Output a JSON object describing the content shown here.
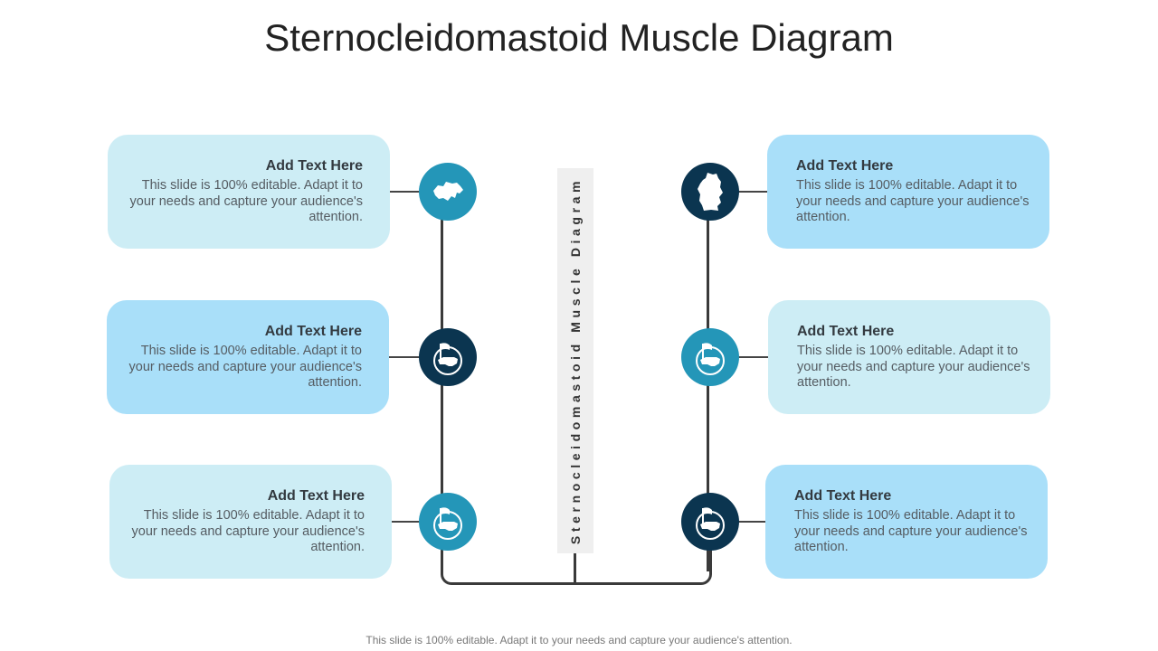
{
  "title": "Sternocleidomastoid Muscle Diagram",
  "center_label": "Sternocleidomastoid Muscle Diagram",
  "footer": "This slide is 100% editable. Adapt it to your needs and capture your audience's attention.",
  "colors": {
    "teal": "#2496b8",
    "navy": "#0b3550",
    "light_card": "#cdedf5",
    "mid_card": "#a9dff9",
    "connector": "#3a3a3a"
  },
  "items": [
    {
      "side": "left",
      "title": "Add Text Here",
      "body": "This slide is 100% editable.  Adapt it to your needs and capture your audience's attention.",
      "icon": "switzerland-map-icon"
    },
    {
      "side": "left",
      "title": "Add Text Here",
      "body": "This slide is 100% editable.  Adapt it to your needs and capture your audience's attention.",
      "icon": "usa-flag-map-icon"
    },
    {
      "side": "left",
      "title": "Add Text Here",
      "body": "This slide is 100% editable.  Adapt it to your needs and capture your audience's attention.",
      "icon": "usa-flag-map-icon"
    },
    {
      "side": "right",
      "title": "Add Text Here",
      "body": "This slide is 100% editable.  Adapt it to your needs and capture your audience's attention.",
      "icon": "germany-map-icon"
    },
    {
      "side": "right",
      "title": "Add Text Here",
      "body": "This slide is 100% editable.  Adapt it to your needs and capture your audience's attention.",
      "icon": "usa-flag-map-icon"
    },
    {
      "side": "right",
      "title": "Add Text Here",
      "body": "This slide is 100% editable.  Adapt it to your needs and capture your audience's attention.",
      "icon": "usa-flag-map-icon"
    }
  ]
}
